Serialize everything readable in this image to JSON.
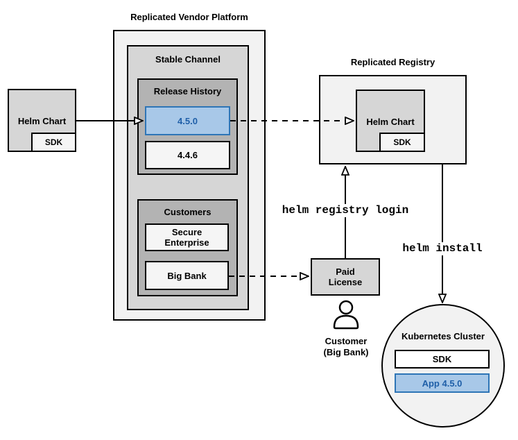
{
  "platform": {
    "title": "Replicated Vendor Platform"
  },
  "stable_channel": {
    "title": "Stable Channel"
  },
  "release_history": {
    "title": "Release History",
    "releases": [
      {
        "version": "4.5.0",
        "highlighted": true
      },
      {
        "version": "4.4.6",
        "highlighted": false
      }
    ]
  },
  "customers": {
    "title": "Customers",
    "items": [
      {
        "name": "Secure Enterprise"
      },
      {
        "name": "Big Bank"
      }
    ]
  },
  "source_chart": {
    "label": "Helm Chart",
    "sdk": "SDK"
  },
  "registry": {
    "title": "Replicated Registry",
    "chart_label": "Helm Chart",
    "sdk": "SDK"
  },
  "license": {
    "label": "Paid License"
  },
  "customer": {
    "line1": "Customer",
    "line2": "(Big Bank)"
  },
  "cluster": {
    "title": "Kubernetes Cluster",
    "sdk": "SDK",
    "app": "App 4.5.0"
  },
  "commands": {
    "login": "helm registry login",
    "install": "helm install"
  },
  "colors": {
    "container_light": "#f2f2f2",
    "container_medium": "#d6d6d6",
    "container_dark": "#b3b3b3",
    "node_light": "#f5f5f5",
    "highlight_fill": "#a8c8e8",
    "highlight_border": "#2e75b6",
    "highlight_text": "#1f5fa8",
    "line": "#000000"
  }
}
